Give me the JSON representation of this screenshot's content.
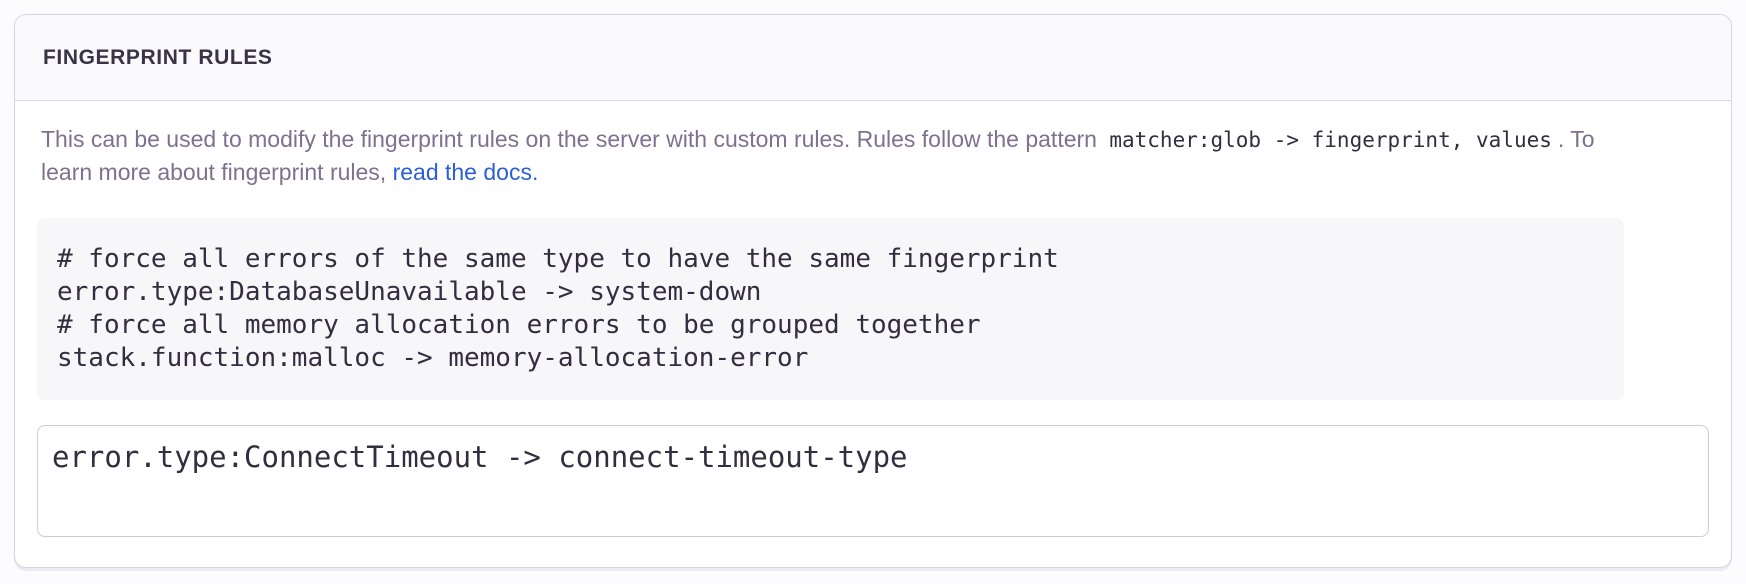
{
  "panel": {
    "title": "FINGERPRINT RULES",
    "description": {
      "segments": [
        {
          "type": "text",
          "text": "This can be used to modify the fingerprint rules on the server with custom rules. Rules follow the pattern "
        },
        {
          "type": "code",
          "text": "matcher:glob -> fingerprint, values"
        },
        {
          "type": "text",
          "text": ". To learn more about fingerprint rules, "
        },
        {
          "type": "link",
          "text": "read the docs."
        }
      ]
    },
    "example": {
      "lines": [
        "# force all errors of the same type to have the same fingerprint",
        "error.type:DatabaseUnavailable -> system-down",
        "# force all memory allocation errors to be grouped together",
        "stack.function:malloc -> memory-allocation-error"
      ]
    },
    "input": {
      "value": "error.type:ConnectTimeout -> connect-timeout-type"
    }
  },
  "colors": {
    "page_bg": "#fcfbfd",
    "header_bg": "#faf9fb",
    "code_bg": "#f7f6f8",
    "border": "#d9d3e0",
    "input_border": "#cfc9d9",
    "heading_text": "#3a3246",
    "body_text": "#80708f",
    "code_text": "#342d3f",
    "link": "#2c5fd6"
  }
}
